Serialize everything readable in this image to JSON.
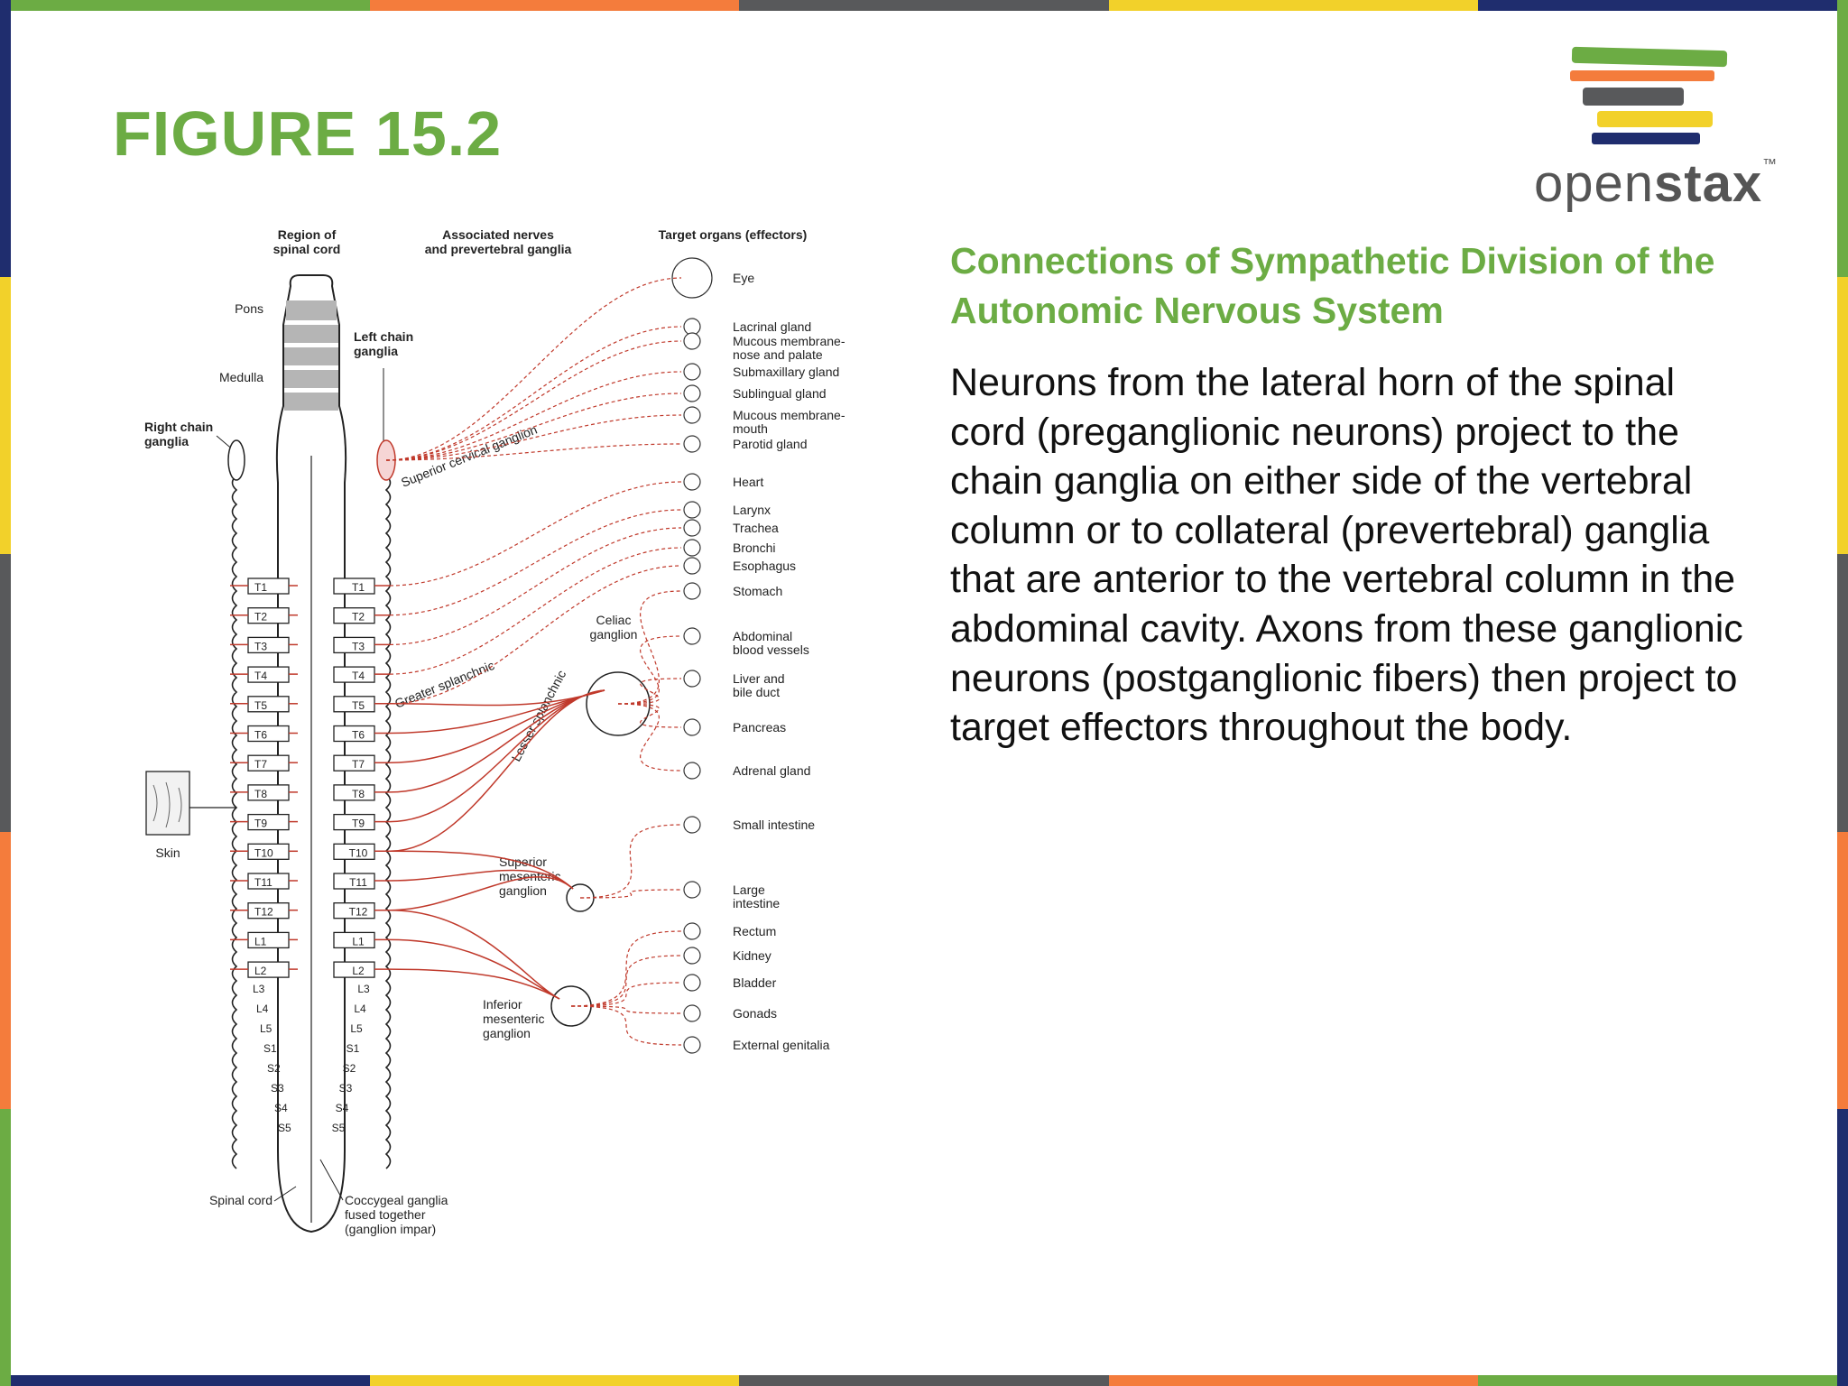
{
  "colors": {
    "accent_green": "#6cac44",
    "nerve_red": "#c0392b",
    "stripe": [
      "#6cac44",
      "#f47c3c",
      "#58595b",
      "#f2d12a",
      "#1f2d6e"
    ]
  },
  "slide": {
    "figure_title": "FIGURE 15.2",
    "logo": {
      "word_light": "open",
      "word_bold": "stax",
      "tm": "™"
    }
  },
  "diagram": {
    "headers": {
      "region": [
        "Region of",
        "spinal cord"
      ],
      "nerves": [
        "Associated nerves",
        "and prevertebral ganglia"
      ],
      "targets": "Target organs (effectors)"
    },
    "labels": {
      "pons": "Pons",
      "medulla": "Medulla",
      "left_chain": [
        "Left chain",
        "ganglia"
      ],
      "right_chain": [
        "Right chain",
        "ganglia"
      ],
      "superior_cervical": "Superior cervical ganglion",
      "greater_splanchnic": "Greater splanchnic",
      "lesser_splanchnic": "Lesser splanchnic",
      "celiac": [
        "Celiac",
        "ganglion"
      ],
      "superior_mesenteric": [
        "Superior",
        "mesenteric",
        "ganglion"
      ],
      "inferior_mesenteric": [
        "Inferior",
        "mesenteric",
        "ganglion"
      ],
      "skin": "Skin",
      "spinal_cord": "Spinal cord",
      "coccygeal": [
        "Coccygeal ganglia",
        "fused together",
        "(ganglion impar)"
      ]
    },
    "segments": [
      "T1",
      "T2",
      "T3",
      "T4",
      "T5",
      "T6",
      "T7",
      "T8",
      "T9",
      "T10",
      "T11",
      "T12",
      "L1",
      "L2"
    ],
    "lower_segments": [
      "L3",
      "L4",
      "L5",
      "S1",
      "S2",
      "S3",
      "S4",
      "S5"
    ],
    "organs": [
      [
        "Eye"
      ],
      [
        "Lacrinal gland"
      ],
      [
        "Mucous membrane-",
        "nose and palate"
      ],
      [
        "Submaxillary gland"
      ],
      [
        "Sublingual gland"
      ],
      [
        "Mucous membrane-",
        "mouth"
      ],
      [
        "Parotid gland"
      ],
      [
        "Heart"
      ],
      [
        "Larynx"
      ],
      [
        "Trachea"
      ],
      [
        "Bronchi"
      ],
      [
        "Esophagus"
      ],
      [
        "Stomach"
      ],
      [
        "Abdominal",
        "blood vessels"
      ],
      [
        "Liver and",
        "bile duct"
      ],
      [
        "Pancreas"
      ],
      [
        "Adrenal gland"
      ],
      [
        "Small intestine"
      ],
      [
        "Large",
        "intestine"
      ],
      [
        "Rectum"
      ],
      [
        "Kidney"
      ],
      [
        "Bladder"
      ],
      [
        "Gonads"
      ],
      [
        "External genitalia"
      ]
    ]
  },
  "caption": {
    "title": "Connections of Sympathetic Division of the Autonomic Nervous System",
    "body": "Neurons from the lateral horn of the spinal cord (preganglionic neurons) project to the chain ganglia on either side of the vertebral column or to collateral (prevertebral) ganglia that are anterior to the vertebral column in the abdominal cavity. Axons from these ganglionic neurons (postganglionic fibers) then project to target effectors throughout the body."
  }
}
